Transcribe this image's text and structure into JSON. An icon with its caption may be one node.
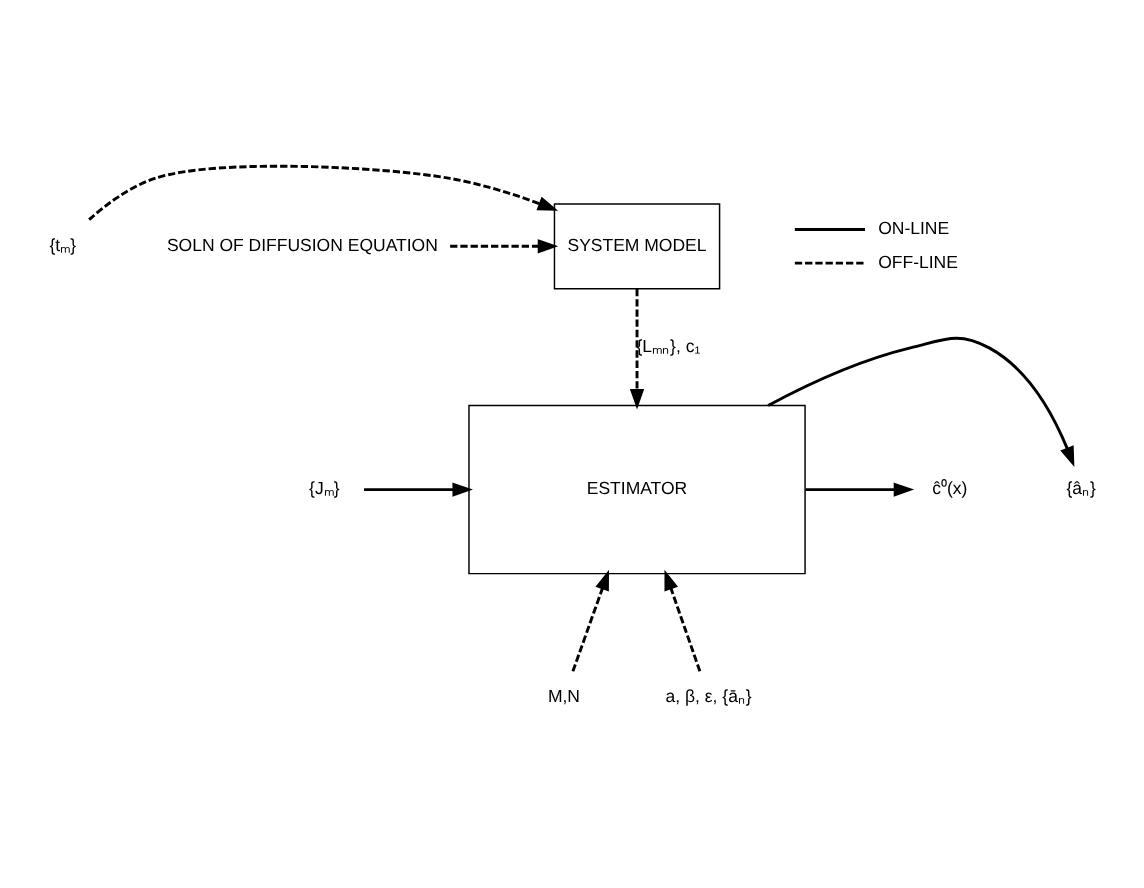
{
  "diagram": {
    "nodes": [
      {
        "text": [
          "{tₘ}"
        ]
      },
      {
        "text": [
          "SOLN OF DIFFUSION EQUATION"
        ]
      },
      {
        "text": [
          "SYSTEM MODEL"
        ]
      },
      {
        "text": [
          "ESTIMATOR"
        ]
      },
      {
        "text": [
          "{Jₘ}"
        ]
      },
      {
        "text": [
          "{âₙ}"
        ]
      },
      {
        "text": [
          "ĉ⁰(x)"
        ]
      },
      {
        "text": [
          "M,N"
        ]
      },
      {
        "text": [
          "a, β, ε, {āₙ}"
        ]
      }
    ],
    "edges": [
      {
        "from": 0,
        "to": 2,
        "arrow": "to",
        "style": "dashed"
      },
      {
        "from": 1,
        "to": 2,
        "arrow": "to",
        "style": "dashed"
      },
      {
        "from": 2,
        "to": 3,
        "arrow": "to",
        "style": "dashed",
        "label": "{Lₘₙ}, c₁"
      },
      {
        "from": 4,
        "to": 3,
        "arrow": "to"
      },
      {
        "from": 3,
        "to": 5,
        "arrow": "to"
      },
      {
        "from": 3,
        "to": 6,
        "arrow": "to"
      },
      {
        "from": 7,
        "to": 3,
        "arrow": "to",
        "style": "dashed"
      },
      {
        "from": 8,
        "to": 3,
        "arrow": "to",
        "style": "dashed"
      }
    ],
    "legend": [
      {
        "text": "ON-LINE"
      },
      {
        "text": "OFF-LINE"
      }
    ]
  }
}
